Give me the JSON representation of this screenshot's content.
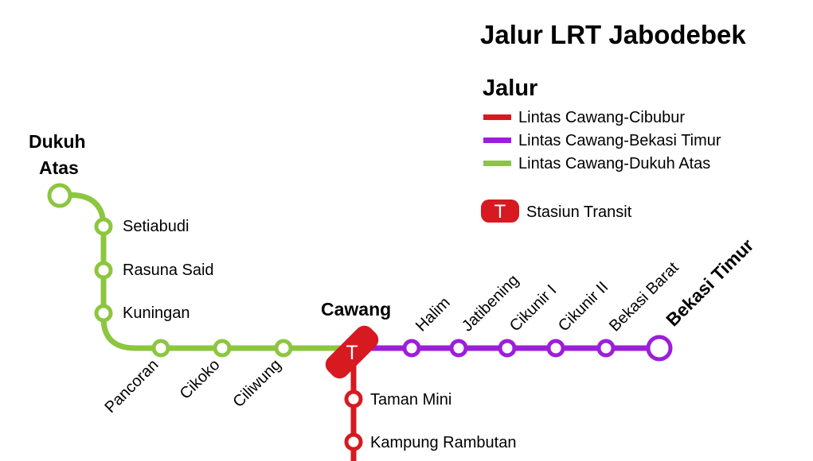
{
  "title": "Jalur LRT Jabodebek",
  "legend": {
    "heading": "Jalur",
    "lines": [
      {
        "label": "Lintas Cawang-Cibubur",
        "color": "#d71920"
      },
      {
        "label": "Lintas Cawang-Bekasi Timur",
        "color": "#9b1fd8"
      },
      {
        "label": "Lintas Cawang-Dukuh Atas",
        "color": "#8cc63f"
      }
    ],
    "transit_symbol": "T",
    "transit_label": "Stasiun Transit"
  },
  "stations": {
    "dukuh_atas_line1": "Dukuh",
    "dukuh_atas_line2": "Atas",
    "setiabudi": "Setiabudi",
    "rasuna_said": "Rasuna Said",
    "kuningan": "Kuningan",
    "pancoran": "Pancoran",
    "cikoko": "Cikoko",
    "ciliwung": "Ciliwung",
    "cawang": "Cawang",
    "cawang_symbol": "T",
    "halim": "Halim",
    "jatibening": "Jatibening",
    "cikunir_1": "Cikunir I",
    "cikunir_2": "Cikunir II",
    "bekasi_barat": "Bekasi Barat",
    "bekasi_timur": "Bekasi Timur",
    "taman_mini": "Taman Mini",
    "kampung_rambutan": "Kampung Rambutan"
  }
}
